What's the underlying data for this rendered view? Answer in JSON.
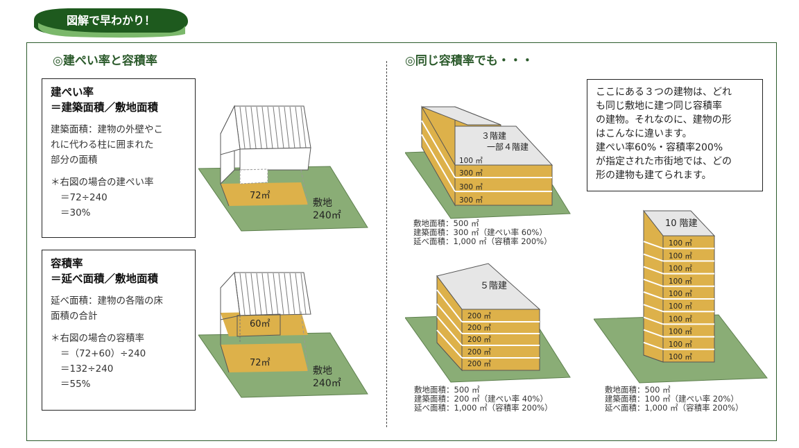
{
  "badge": {
    "label": "図解で早わかり！",
    "color": "#1e5a1e"
  },
  "left": {
    "title": "◎建ぺい率と容積率",
    "kenpei": {
      "heading1": "建ぺい率",
      "heading2": "＝建築面積／敷地面積",
      "def": [
        "建築面積：建物の外壁やこ",
        "れに代わる柱に囲まれた",
        "部分の面積"
      ],
      "calc": [
        "＊右図の場合の建ぺい率",
        "＝72÷240",
        "＝30%"
      ],
      "area_label": "72㎡",
      "site_label": [
        "敷地",
        "240㎡"
      ]
    },
    "youseki": {
      "heading1": "容積率",
      "heading2": "＝延べ面積／敷地面積",
      "def": [
        "延べ面積：建物の各階の床",
        "面積の合計"
      ],
      "calc": [
        "＊右図の場合の容積率",
        "＝（72+60）÷240",
        "＝132÷240",
        "＝55%"
      ],
      "floor1_label": "72㎡",
      "floor2_label": "60㎡",
      "site_label": [
        "敷地",
        "240㎡"
      ]
    }
  },
  "right": {
    "title": "◎同じ容積率でも・・・",
    "note": [
      "ここにある３つの建物は、どれ",
      "も同じ敷地に建つ同じ容積率",
      "の建物。それなのに、建物の形",
      "はこんなに違います。",
      "建ぺい率60%・容積率200%",
      "が指定された市街地では、どの",
      "形の建物も建てられます。"
    ],
    "bldgA": {
      "label1": "３階建",
      "label2": "一部４階建",
      "floors": [
        "100 ㎡",
        "300 ㎡",
        "300 ㎡",
        "300 ㎡"
      ],
      "caption": [
        "敷地面積：500 ㎡",
        "建築面積：300 ㎡（建ぺい率 60%）",
        "延べ面積：1,000 ㎡（容積率 200%）"
      ]
    },
    "bldgB": {
      "label": "５階建",
      "floors": [
        "200 ㎡",
        "200 ㎡",
        "200 ㎡",
        "200 ㎡",
        "200 ㎡"
      ],
      "caption": [
        "敷地面積：500 ㎡",
        "建築面積：200 ㎡（建ぺい率 40%）",
        "延べ面積：1,000 ㎡（容積率 200%）"
      ]
    },
    "bldgC": {
      "label": "10 階建",
      "floors": [
        "100 ㎡",
        "100 ㎡",
        "100 ㎡",
        "100 ㎡",
        "100 ㎡",
        "100 ㎡",
        "100 ㎡",
        "100 ㎡",
        "100 ㎡",
        "100 ㎡"
      ],
      "caption": [
        "敷地面積：500 ㎡",
        "建築面積：100 ㎡（建ぺい率 20%）",
        "延べ面積：1,000 ㎡（容積率 200%）"
      ]
    }
  },
  "colors": {
    "green": "#8aad76",
    "floor": "#ddb14a",
    "floorDark": "#c99a2f",
    "roof": "#e6e6e6",
    "frame": "#2b5a2b"
  }
}
